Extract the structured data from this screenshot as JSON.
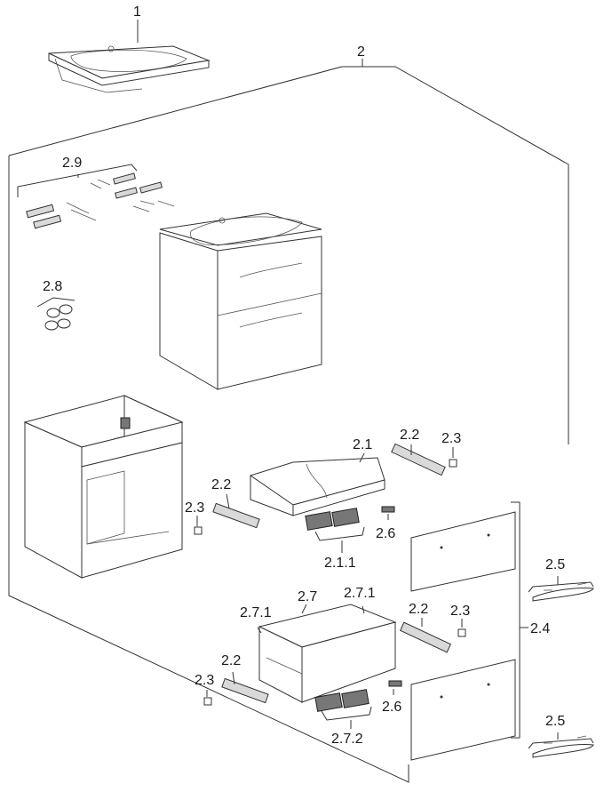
{
  "labels": {
    "p1": "1",
    "p2": "2",
    "p2_1": "2.1",
    "p2_1_1": "2.1.1",
    "p2_2_a": "2.2",
    "p2_2_b": "2.2",
    "p2_2_c": "2.2",
    "p2_2_d": "2.2",
    "p2_3_a": "2.3",
    "p2_3_b": "2.3",
    "p2_3_c": "2.3",
    "p2_3_d": "2.3",
    "p2_4": "2.4",
    "p2_5_a": "2.5",
    "p2_5_b": "2.5",
    "p2_6_a": "2.6",
    "p2_6_b": "2.6",
    "p2_7": "2.7",
    "p2_7_1_a": "2.7.1",
    "p2_7_1_b": "2.7.1",
    "p2_7_2": "2.7.2",
    "p2_8": "2.8",
    "p2_9": "2.9"
  }
}
